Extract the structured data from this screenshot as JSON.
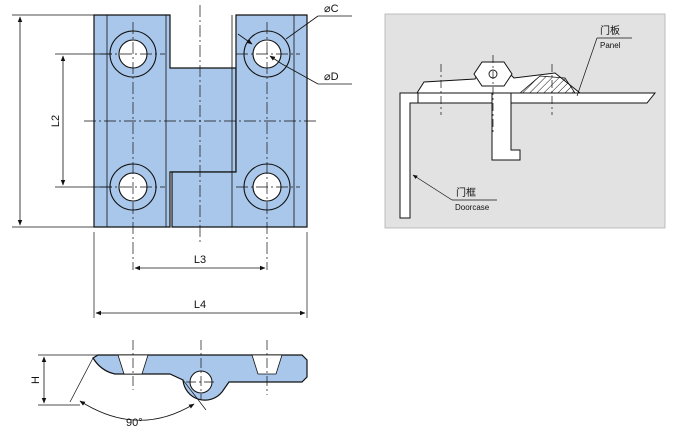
{
  "labels": {
    "dia_c": "⌀C",
    "dia_d": "⌀D",
    "l2": "L2",
    "l3": "L3",
    "l4": "L4",
    "h": "H",
    "angle": "90°",
    "panel_cn": "门板",
    "panel_en": "Panel",
    "doorcase_cn": "门框",
    "doorcase_en": "Doorcase"
  },
  "colors": {
    "part_fill": "#a9c7ea",
    "line": "#111111",
    "panel_bg": "#e2e2e2"
  }
}
